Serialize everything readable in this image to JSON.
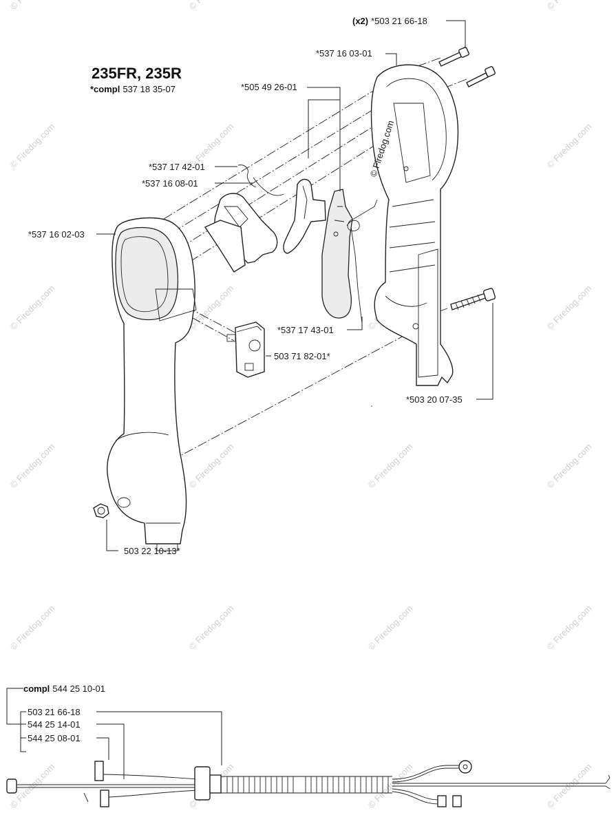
{
  "title": "235FR, 235R",
  "subtitle_prefix": "*compl",
  "subtitle_number": "537 18 35-07",
  "watermark": "© Firedog.com",
  "watermark_center": "© Firedog.com",
  "callouts": {
    "bolts_qty": "(x2)",
    "bolts": "*503 21 66-18",
    "housing_right": "*537 16 03-01",
    "trigger_lockout": "*505 49 26-01",
    "spring_a": "*537 17 42-01",
    "pin_a": "*537 16 08-01",
    "housing_left": "*537 16 02-03",
    "spring_b": "*537 17 43-01",
    "switch": "503 71 82-01*",
    "long_bolt": "*503 20 07-35",
    "nut": "503 22 10-13*"
  },
  "cable_kit": {
    "compl_prefix": "compl",
    "compl_number": "544 25 10-01",
    "items": [
      "503 21 66-18",
      "544 25 14-01",
      "544 25 08-01"
    ]
  },
  "colors": {
    "line": "#222222",
    "watermark": "#cfcfcf",
    "background": "#ffffff"
  }
}
